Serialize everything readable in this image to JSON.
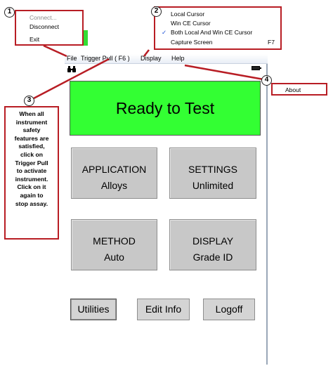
{
  "menubar": {
    "items": [
      "File",
      "Trigger Pull ( F6 )",
      "Display",
      "Help"
    ]
  },
  "status": {
    "binoculars_icon": "binoculars-icon",
    "battery_icon": "battery-icon"
  },
  "main": {
    "ready_text": "Ready to Test",
    "ready_color": "#33ff33",
    "application": {
      "title": "APPLICATION",
      "value": "Alloys"
    },
    "settings": {
      "title": "SETTINGS",
      "value": "Unlimited"
    },
    "method": {
      "title": "METHOD",
      "value": "Auto"
    },
    "display": {
      "title": "DISPLAY",
      "value": "Grade ID"
    },
    "buttons": {
      "utilities": "Utilities",
      "edit_info": "Edit Info",
      "logoff": "Logoff"
    }
  },
  "callouts": {
    "markers": [
      "1",
      "2",
      "3",
      "4"
    ],
    "border_color": "#b81d24",
    "file_menu": {
      "connect": "Connect...",
      "disconnect": "Disconnect",
      "exit": "Exit"
    },
    "display_menu": {
      "local_cursor": "Local Cursor",
      "win_ce_cursor": "Win CE Cursor",
      "both_cursor": "Both Local And Win CE Cursor",
      "checkmark": "✓",
      "capture_screen": "Capture Screen",
      "capture_shortcut": "F7"
    },
    "help_menu": {
      "about": "About"
    },
    "note_lines": [
      "When all",
      "instrument",
      "safety",
      "features are",
      "satisfied,",
      "click on",
      "Trigger Pull",
      "to activate",
      "instrument.",
      "Click on it",
      "again to",
      "stop assay."
    ]
  }
}
